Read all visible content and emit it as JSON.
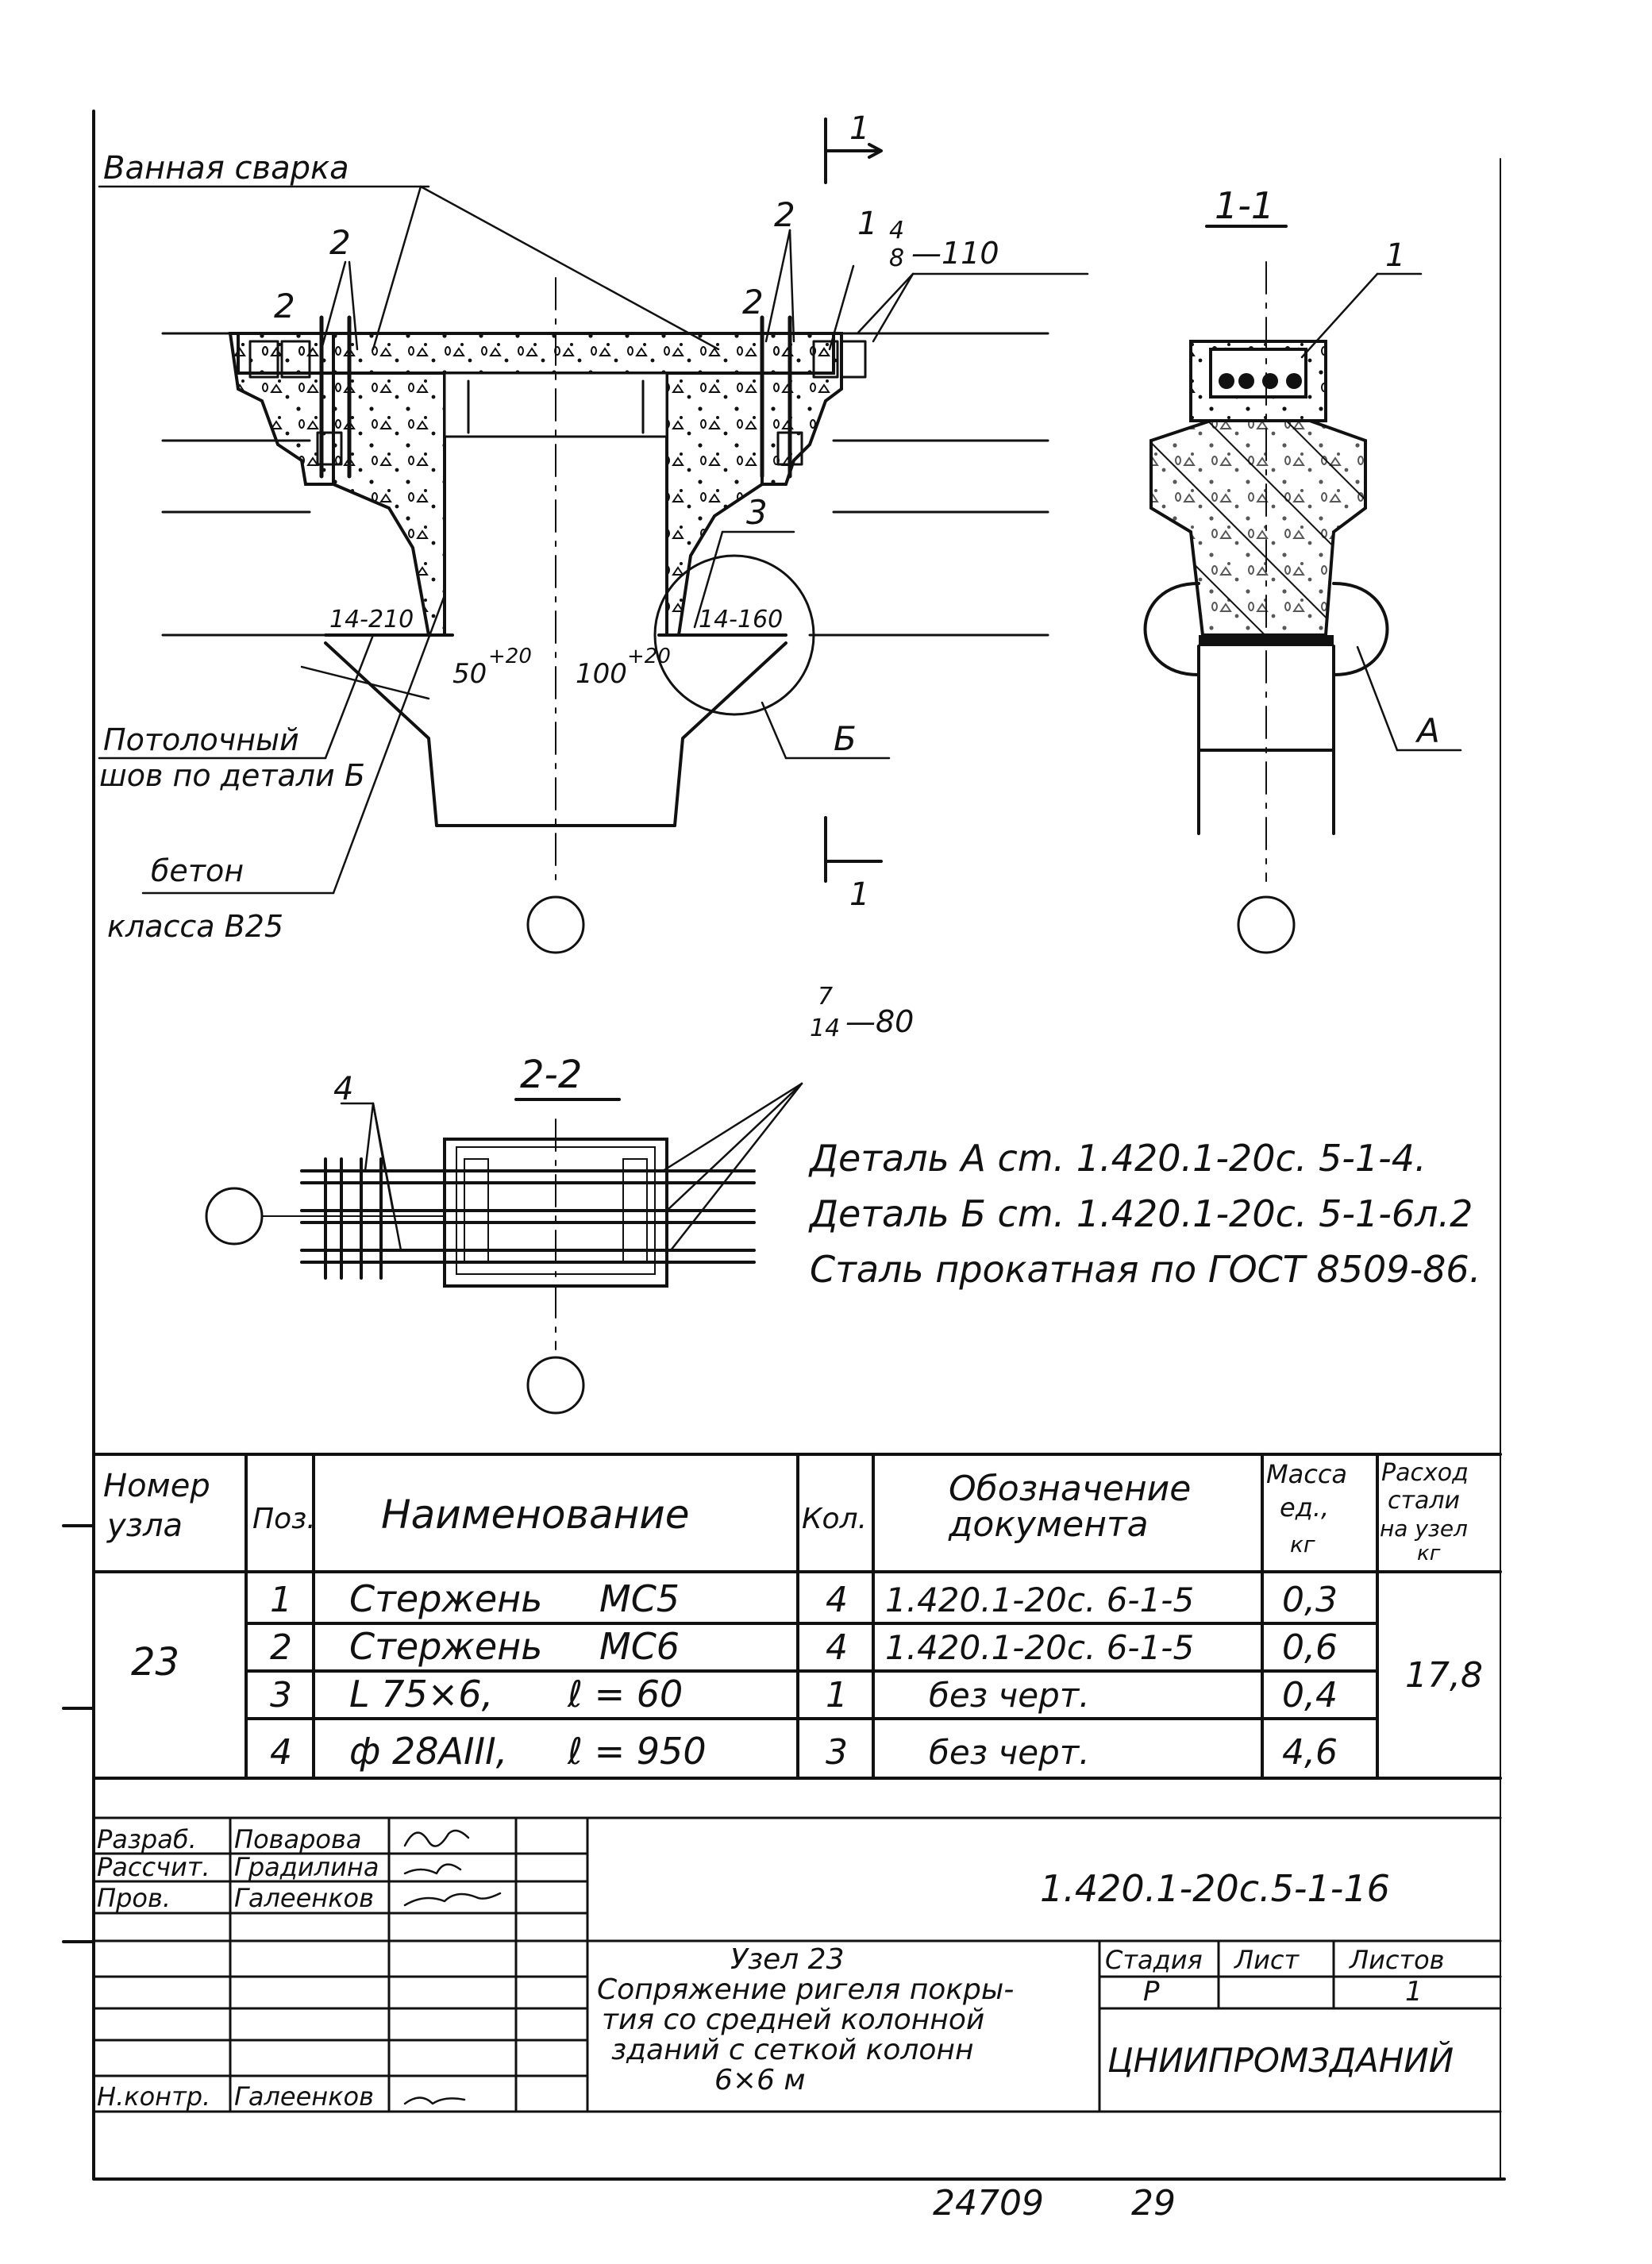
{
  "labels": {
    "bath_welding": "Ванная сварка",
    "ceiling_seam_1": "Потолочный",
    "ceiling_seam_2": "шов по детали Б",
    "concrete_1": "бетон",
    "concrete_2": "класса В25",
    "section_1_1": "1-1",
    "section_2_2": "2-2",
    "cut_mark": "1",
    "pos_2": "2",
    "pos_1": "1",
    "pos_3": "3",
    "weld_4_8_num": "4",
    "weld_4_8_den": "8",
    "weld_110": "—110",
    "weld_7_14_num": "7",
    "weld_7_14_den": "14",
    "weld_80": "—80",
    "pos_4": "4",
    "weld_14_210": "14-210",
    "weld_14_160": "14-160",
    "dim_50": "50",
    "dim_50_tol": "+20",
    "dim_100": "100",
    "dim_100_tol": "+20",
    "detail_b_mark": "Б",
    "detail_a_mark": "А"
  },
  "notes": [
    "Деталь А cm. 1.420.1-20c. 5-1-4.",
    "Деталь Б cm. 1.420.1-20c. 5-1-6л.2",
    "Сталь прокатная по ГОСТ 8509-86."
  ],
  "spec_table": {
    "headers": {
      "node_1": "Номер",
      "node_2": "узла",
      "pos": "Поз.",
      "name": "Наименование",
      "qty": "Кол.",
      "doc_1": "Обозначение",
      "doc_2": "документа",
      "mass_1": "Масса",
      "mass_2": "ед.,",
      "mass_3": "кг",
      "usage_1": "Расход",
      "usage_2": "стали",
      "usage_3": "на узел",
      "usage_4": "кг"
    },
    "node": "23",
    "total": "17,8",
    "rows": [
      {
        "pos": "1",
        "name": "Стержень",
        "mark": "МС5",
        "qty": "4",
        "doc": "1.420.1-20c. 6-1-5",
        "mass": "0,3"
      },
      {
        "pos": "2",
        "name": "Стержень",
        "mark": "МС6",
        "qty": "4",
        "doc": "1.420.1-20c. 6-1-5",
        "mass": "0,6"
      },
      {
        "pos": "3",
        "name": "L 75×6,",
        "mark": "ℓ = 60",
        "qty": "1",
        "doc": "без черт.",
        "mass": "0,4"
      },
      {
        "pos": "4",
        "name": "ф 28АIII,",
        "mark": "ℓ = 950",
        "qty": "3",
        "doc": "без черт.",
        "mass": "4,6"
      }
    ]
  },
  "title_block": {
    "roles": [
      "Разраб.",
      "Рассчит.",
      "Пров.",
      "",
      "",
      "",
      "Н.контр."
    ],
    "names": [
      "Поварова",
      "Градилина",
      "Галеенков",
      "",
      "",
      "",
      "Галеенков"
    ],
    "code": "1.420.1-20c.5-1-16",
    "title_lines": [
      "Узел 23",
      "Сопряжение ригеля покры-",
      "тия со средней колонной",
      "зданий с сеткой колонн",
      "6×6 м"
    ],
    "stage_label": "Стадия",
    "sheet_label": "Лист",
    "sheets_label": "Листов",
    "stage": "Р",
    "sheet": "",
    "sheets": "1",
    "org": "ЦНИИПРОМЗДАНИЙ"
  },
  "footer": {
    "archive_no": "24709",
    "page": "29"
  }
}
